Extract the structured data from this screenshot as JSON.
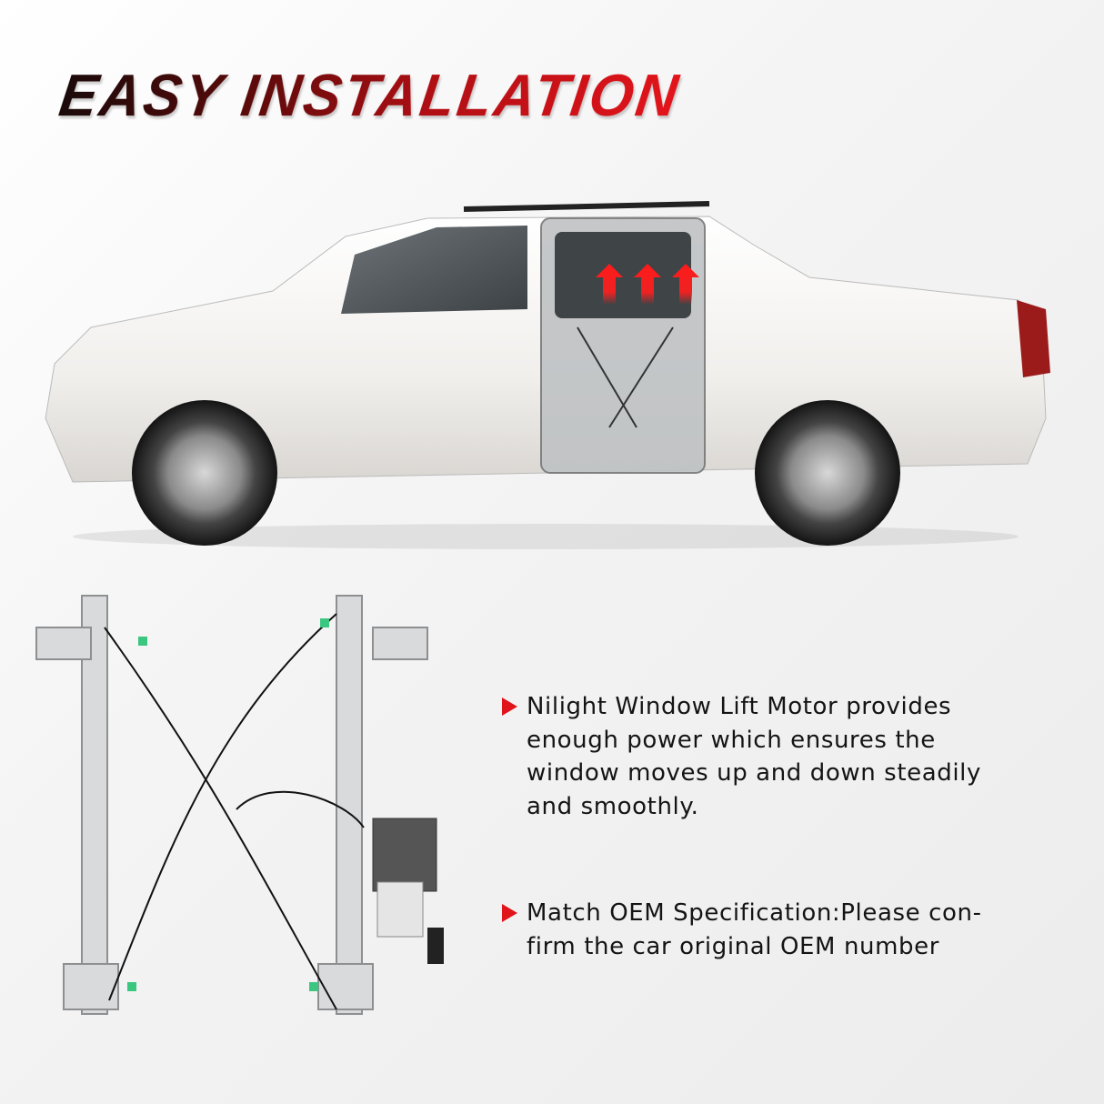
{
  "title": "EASY INSTALLATION",
  "colors": {
    "title_gradient_start": "#1a0a0a",
    "title_gradient_end": "#e3141b",
    "bullet_accent": "#e0141b",
    "text": "#141414",
    "background": "#f2f2f2"
  },
  "hero_image": {
    "subject": "white pickup truck side view with rear door cutaway showing window regulator",
    "overlay_icons": [
      "up-arrow-icon",
      "up-arrow-icon",
      "up-arrow-icon"
    ]
  },
  "product_image": {
    "subject": "power window regulator with lift motor"
  },
  "bullets": [
    {
      "icon": "triangle-bullet-icon",
      "text": "Nilight Window Lift Motor provides\nenough power which ensures the\nwindow moves up and down steadily\nand smoothly."
    },
    {
      "icon": "triangle-bullet-icon",
      "text": "Match OEM Specification:Please con-\nfirm the car original OEM number"
    }
  ]
}
